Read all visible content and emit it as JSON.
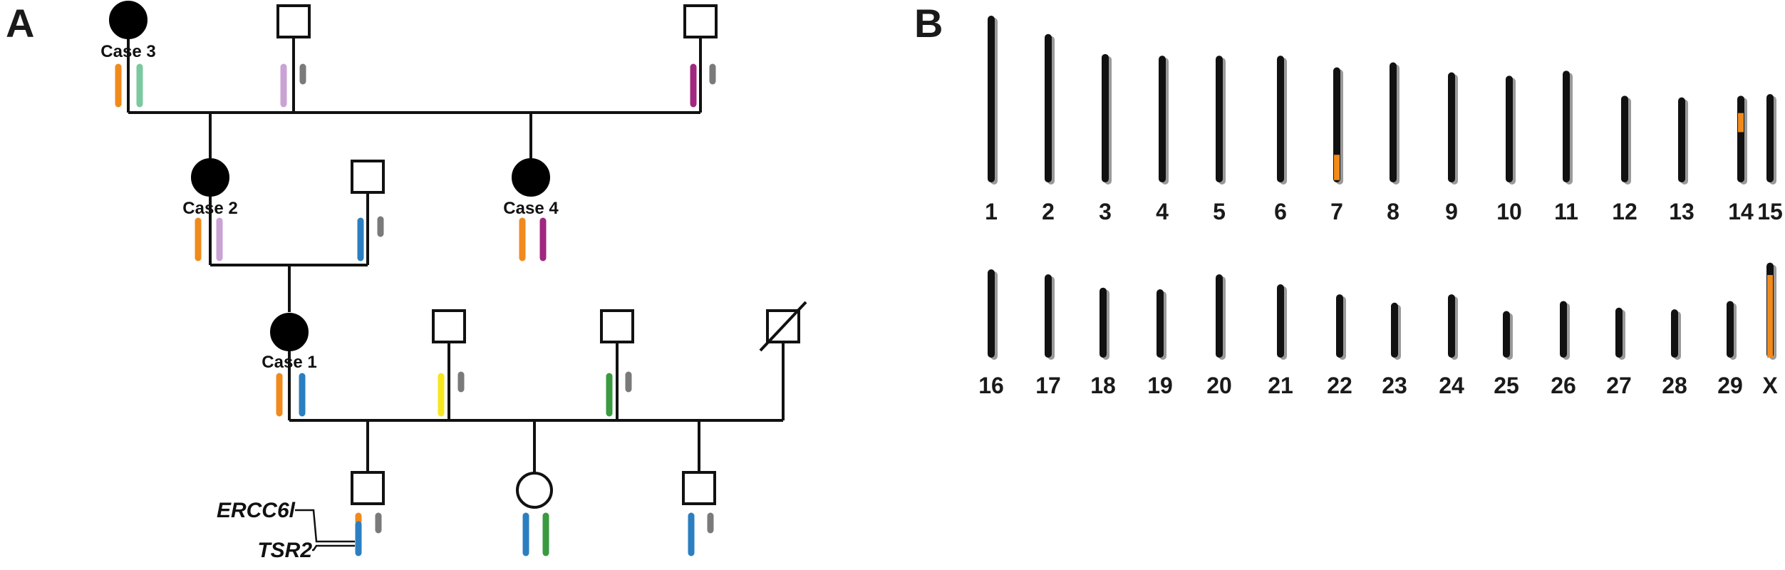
{
  "panels": {
    "a": "A",
    "b": "B"
  },
  "colors": {
    "orange": "#f08a1c",
    "mint": "#7cc8a0",
    "lilac": "#c9a3d4",
    "purple": "#a0287f",
    "blue": "#2b7fc0",
    "yellow": "#f5e71c",
    "green": "#3a9a3f",
    "grey": "#7a7a7a",
    "chromosome": "#111111",
    "chromosome_shadow": "#9a9a9a"
  },
  "pedigree": {
    "individuals": [
      {
        "id": "case3",
        "sex": "female",
        "affected": true,
        "label": "Case 3",
        "haplotypes": [
          "orange",
          "mint"
        ]
      },
      {
        "id": "g1-male-a",
        "sex": "male",
        "affected": false,
        "label": "",
        "haplotypes": [
          "lilac",
          "grey"
        ]
      },
      {
        "id": "g1-male-b",
        "sex": "male",
        "affected": false,
        "label": "",
        "haplotypes": [
          "purple",
          "grey"
        ]
      },
      {
        "id": "case2",
        "sex": "female",
        "affected": true,
        "label": "Case 2",
        "haplotypes": [
          "orange",
          "lilac"
        ]
      },
      {
        "id": "g2-male",
        "sex": "male",
        "affected": false,
        "label": "",
        "haplotypes": [
          "blue",
          "grey"
        ]
      },
      {
        "id": "case4",
        "sex": "female",
        "affected": true,
        "label": "Case 4",
        "haplotypes": [
          "orange",
          "purple"
        ]
      },
      {
        "id": "case1",
        "sex": "female",
        "affected": true,
        "label": "Case 1",
        "haplotypes": [
          "orange",
          "blue"
        ]
      },
      {
        "id": "g3-male-a",
        "sex": "male",
        "affected": false,
        "label": "",
        "haplotypes": [
          "yellow",
          "grey"
        ]
      },
      {
        "id": "g3-male-b",
        "sex": "male",
        "affected": false,
        "label": "",
        "haplotypes": [
          "green",
          "grey"
        ]
      },
      {
        "id": "g3-male-deceased",
        "sex": "male",
        "affected": false,
        "deceased": true,
        "label": "",
        "haplotypes": []
      },
      {
        "id": "g4-son-a",
        "sex": "male",
        "affected": false,
        "label": "",
        "haplotypes": [
          "orange-blue",
          "grey"
        ]
      },
      {
        "id": "g4-daughter",
        "sex": "female",
        "affected": false,
        "label": "",
        "haplotypes": [
          "blue",
          "green"
        ]
      },
      {
        "id": "g4-son-b",
        "sex": "male",
        "affected": false,
        "label": "",
        "haplotypes": [
          "blue",
          "grey"
        ]
      }
    ],
    "gene_labels": [
      "ERCC6l",
      "TSR2"
    ]
  },
  "karyotype": {
    "chromosomes": [
      {
        "name": "1",
        "length": 1.0,
        "highlight": null
      },
      {
        "name": "2",
        "length": 0.89,
        "highlight": null
      },
      {
        "name": "3",
        "length": 0.77,
        "highlight": null
      },
      {
        "name": "4",
        "length": 0.76,
        "highlight": null
      },
      {
        "name": "5",
        "length": 0.76,
        "highlight": null
      },
      {
        "name": "6",
        "length": 0.76,
        "highlight": null
      },
      {
        "name": "7",
        "length": 0.69,
        "highlight": [
          0.76,
          0.98
        ]
      },
      {
        "name": "8",
        "length": 0.72,
        "highlight": null
      },
      {
        "name": "9",
        "length": 0.66,
        "highlight": null
      },
      {
        "name": "10",
        "length": 0.64,
        "highlight": null
      },
      {
        "name": "11",
        "length": 0.67,
        "highlight": null
      },
      {
        "name": "12",
        "length": 0.52,
        "highlight": null
      },
      {
        "name": "13",
        "length": 0.51,
        "highlight": null
      },
      {
        "name": "14",
        "length": 0.52,
        "highlight": [
          0.2,
          0.42
        ]
      },
      {
        "name": "15",
        "length": 0.53,
        "highlight": null
      },
      {
        "name": "16",
        "length": 0.53,
        "highlight": null
      },
      {
        "name": "17",
        "length": 0.5,
        "highlight": null
      },
      {
        "name": "18",
        "length": 0.42,
        "highlight": null
      },
      {
        "name": "19",
        "length": 0.41,
        "highlight": null
      },
      {
        "name": "20",
        "length": 0.5,
        "highlight": null
      },
      {
        "name": "21",
        "length": 0.44,
        "highlight": null
      },
      {
        "name": "22",
        "length": 0.38,
        "highlight": null
      },
      {
        "name": "23",
        "length": 0.33,
        "highlight": null
      },
      {
        "name": "24",
        "length": 0.38,
        "highlight": null
      },
      {
        "name": "25",
        "length": 0.28,
        "highlight": null
      },
      {
        "name": "26",
        "length": 0.34,
        "highlight": null
      },
      {
        "name": "27",
        "length": 0.3,
        "highlight": null
      },
      {
        "name": "28",
        "length": 0.29,
        "highlight": null
      },
      {
        "name": "29",
        "length": 0.34,
        "highlight": null
      },
      {
        "name": "X",
        "length": 0.57,
        "highlight": [
          0.13,
          1.0
        ]
      }
    ]
  }
}
